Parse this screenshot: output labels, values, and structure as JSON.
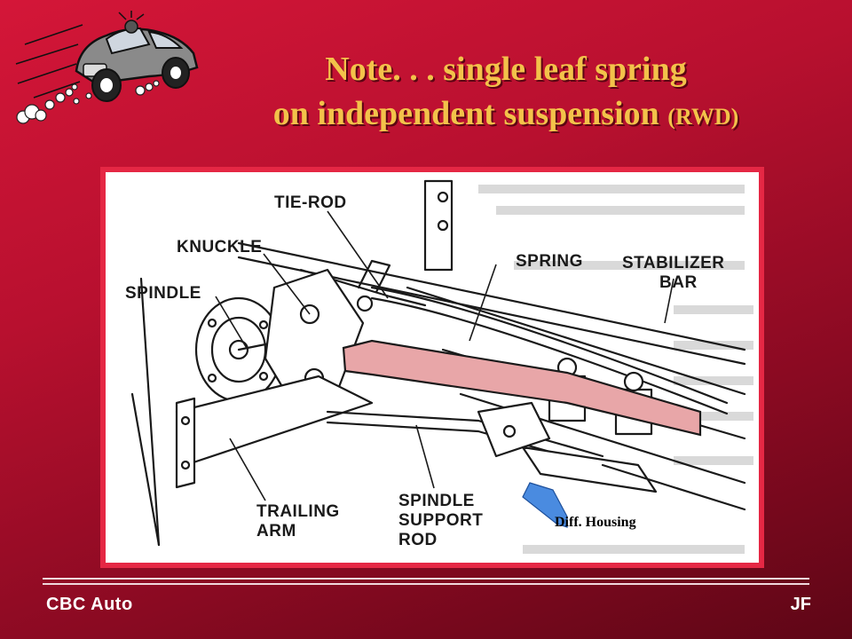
{
  "slide": {
    "title_line1": "Note. . . single leaf spring",
    "title_line2": "on independent suspension",
    "title_suffix": "(RWD)",
    "logo_icon": "cartoon-speeding-car-icon"
  },
  "figure": {
    "labels": {
      "tie_rod": "TIE-ROD",
      "knuckle": "KNUCKLE",
      "spindle": "SPINDLE",
      "spring": "SPRING",
      "stabilizer_bar_1": "STABILIZER",
      "stabilizer_bar_2": "BAR",
      "trailing_arm_1": "TRAILING",
      "trailing_arm_2": "ARM",
      "spindle_support_rod_1": "SPINDLE",
      "spindle_support_rod_2": "SUPPORT",
      "spindle_support_rod_3": "ROD"
    },
    "annotation": "Diff. Housing",
    "arrow_icon": "blue-pointer-arrow-icon",
    "spring_color": "#e8a6a8",
    "arrow_color": "#4a8be0"
  },
  "footer": {
    "left": "CBC  Auto",
    "right": "JF"
  },
  "colors": {
    "background": "#b8102f",
    "title": "#f3c24a",
    "frame": "#e52744"
  }
}
